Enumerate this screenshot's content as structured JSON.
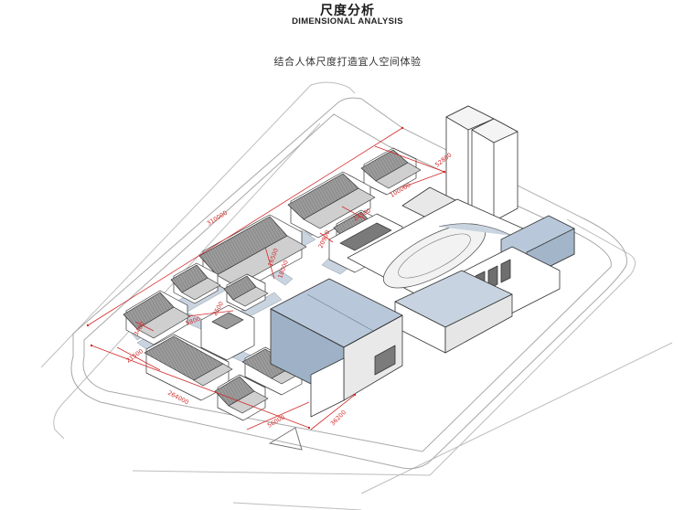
{
  "header": {
    "title_cn": "尺度分析",
    "title_en": "DIMENSIONAL ANALYSIS",
    "subtitle": "结合人体尺度打造宜人空间体验"
  },
  "dimensions": {
    "d_310000": "310000",
    "d_52800": "52800",
    "d_100000": "100000",
    "d_264000": "264000",
    "d_56000": "56000",
    "d_36200": "36200",
    "d_21500": "21500",
    "d_24500": "24500",
    "d_16500": "16500",
    "d_18000": "18000",
    "d_5800": "5800",
    "d_20900": "20900",
    "d_3400": "3400",
    "d_2500": "2500"
  },
  "colors": {
    "dimension_red": "#d22a2a",
    "glass_blue": "#b8c8da",
    "roof_gray": "#8a8a8a"
  }
}
